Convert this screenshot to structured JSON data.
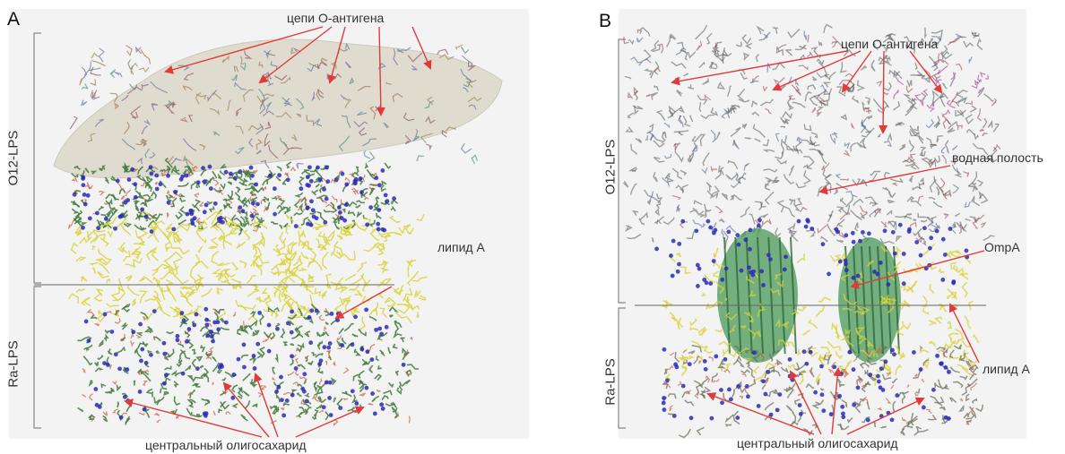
{
  "panel_a": {
    "letter": "A",
    "label_o_antigen": "цепи О-антигена",
    "label_lipid_a": "липид А",
    "label_core": "центральный олигосахарид",
    "side_top": "O12-LPS",
    "side_bottom": "Ra-LPS"
  },
  "panel_b": {
    "letter": "B",
    "label_o_antigen": "цепи О-антигена",
    "label_water": "водная полость",
    "label_ompa": "OmpA",
    "label_lipid_a": "липид А",
    "label_core": "центральный олигосахарид",
    "side_top": "O12-LPS",
    "side_bottom": "Ra-LPS"
  },
  "colors": {
    "arrow": "#e03a3a",
    "lipid": "#d9d237",
    "core": "#3f7a3a",
    "protein": "#4a9a58",
    "bracket": "#888888",
    "ion": "#2a2ab8"
  }
}
